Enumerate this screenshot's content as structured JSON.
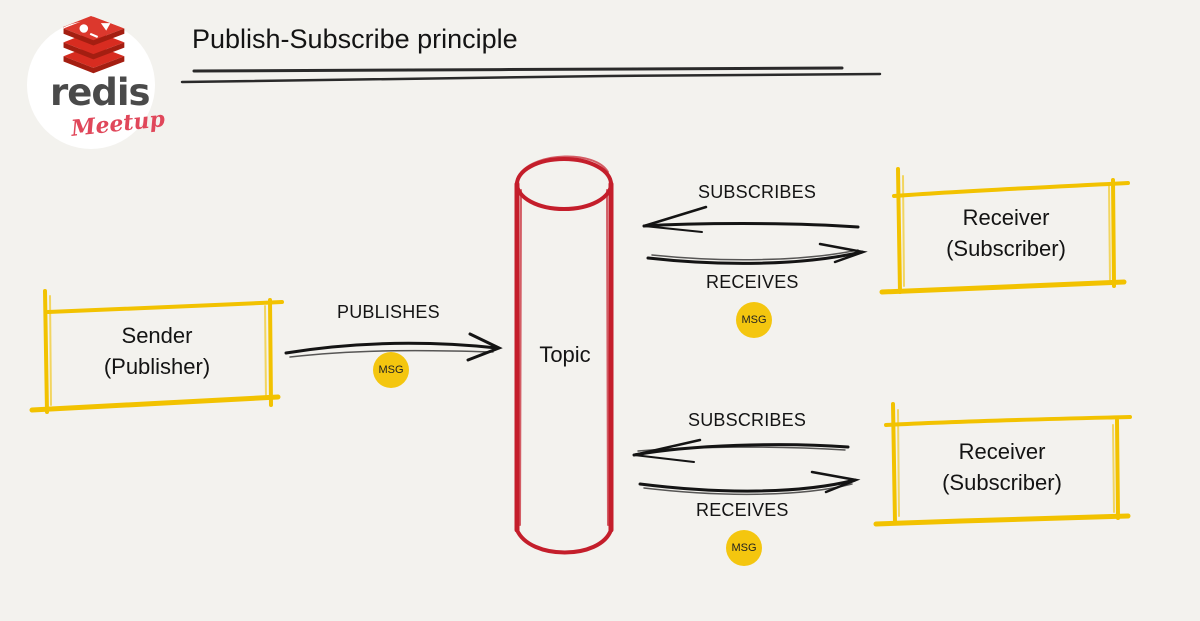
{
  "title": "Publish-Subscribe principle",
  "logo": {
    "word": "redis",
    "sub": "Meetup",
    "icon": "redis-stack-icon"
  },
  "nodes": {
    "sender": {
      "line1": "Sender",
      "line2": "(Publisher)"
    },
    "topic": {
      "label": "Topic"
    },
    "receiver_top": {
      "line1": "Receiver",
      "line2": "(Subscriber)"
    },
    "receiver_bottom": {
      "line1": "Receiver",
      "line2": "(Subscriber)"
    }
  },
  "edges": {
    "publishes": "PUBLISHES",
    "subscribes_top": "SUBSCRIBES",
    "receives_top": "RECEIVES",
    "subscribes_bottom": "SUBSCRIBES",
    "receives_bottom": "RECEIVES"
  },
  "badges": {
    "publish_msg": "MSG",
    "top_msg": "MSG",
    "bottom_msg": "MSG"
  },
  "colors": {
    "background": "#f3f2ee",
    "topic_red": "#c41e2b",
    "box_yellow": "#f2c200",
    "badge_yellow": "#f4c60f",
    "arrow_black": "#141414",
    "logo_red": "#d82c20"
  }
}
